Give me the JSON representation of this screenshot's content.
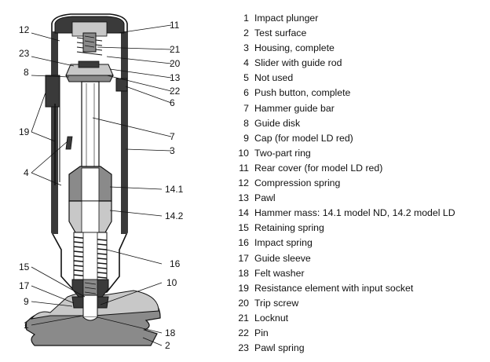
{
  "colors": {
    "ink": "#111111",
    "dark_fill": "#3a3a3a",
    "mid_fill": "#8a8a8a",
    "light_fill": "#c8c8c8",
    "background": "#ffffff"
  },
  "callouts": {
    "c1": "1",
    "c2": "2",
    "c3": "3",
    "c4": "4",
    "c6": "6",
    "c7": "7",
    "c8": "8",
    "c9": "9",
    "c10": "10",
    "c11": "11",
    "c12": "12",
    "c13": "13",
    "c14_1": "14.1",
    "c14_2": "14.2",
    "c15": "15",
    "c16": "16",
    "c17": "17",
    "c18": "18",
    "c19": "19",
    "c20": "20",
    "c21": "21",
    "c22": "22",
    "c23": "23"
  },
  "legend": [
    {
      "num": "1",
      "text": "Impact plunger"
    },
    {
      "num": "2",
      "text": "Test surface"
    },
    {
      "num": "3",
      "text": "Housing, complete"
    },
    {
      "num": "4",
      "text": "Slider with guide rod"
    },
    {
      "num": "5",
      "text": "Not used"
    },
    {
      "num": "6",
      "text": "Push button, complete"
    },
    {
      "num": "7",
      "text": "Hammer guide bar"
    },
    {
      "num": "8",
      "text": "Guide disk"
    },
    {
      "num": "9",
      "text": "Cap (for model LD red)"
    },
    {
      "num": "10",
      "text": "Two-part ring"
    },
    {
      "num": "11",
      "text": "Rear cover (for model LD red)"
    },
    {
      "num": "12",
      "text": "Compression spring"
    },
    {
      "num": "13",
      "text": "Pawl"
    },
    {
      "num": "14",
      "text": "Hammer mass: 14.1 model ND, 14.2 model LD"
    },
    {
      "num": "15",
      "text": "Retaining spring"
    },
    {
      "num": "16",
      "text": "Impact spring"
    },
    {
      "num": "17",
      "text": "Guide sleeve"
    },
    {
      "num": "18",
      "text": "Felt washer"
    },
    {
      "num": "19",
      "text": "Resistance element with input socket"
    },
    {
      "num": "20",
      "text": "Trip screw"
    },
    {
      "num": "21",
      "text": "Locknut"
    },
    {
      "num": "22",
      "text": "Pin"
    },
    {
      "num": "23",
      "text": "Pawl spring"
    }
  ]
}
